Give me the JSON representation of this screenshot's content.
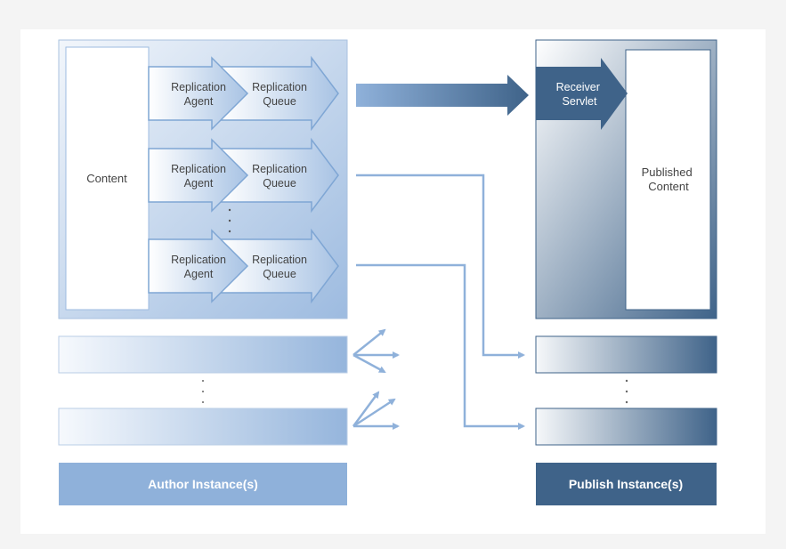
{
  "author": {
    "content_label": "Content",
    "rows": [
      {
        "agent": [
          "Replication",
          "Agent"
        ],
        "queue": [
          "Replication",
          "Queue"
        ]
      },
      {
        "agent": [
          "Replication",
          "Agent"
        ],
        "queue": [
          "Replication",
          "Queue"
        ]
      },
      {
        "agent": [
          "Replication",
          "Agent"
        ],
        "queue": [
          "Replication",
          "Queue"
        ]
      }
    ],
    "footer_label": "Author Instance(s)"
  },
  "publish": {
    "receiver_label": [
      "Receiver",
      "Servlet"
    ],
    "content_label": [
      "Published",
      "Content"
    ],
    "footer_label": "Publish Instance(s)"
  },
  "colors": {
    "light_blue": "#8fb1da",
    "dark_blue": "#3f6389",
    "line_blue": "#8fb1da",
    "text_gray": "#444444"
  }
}
